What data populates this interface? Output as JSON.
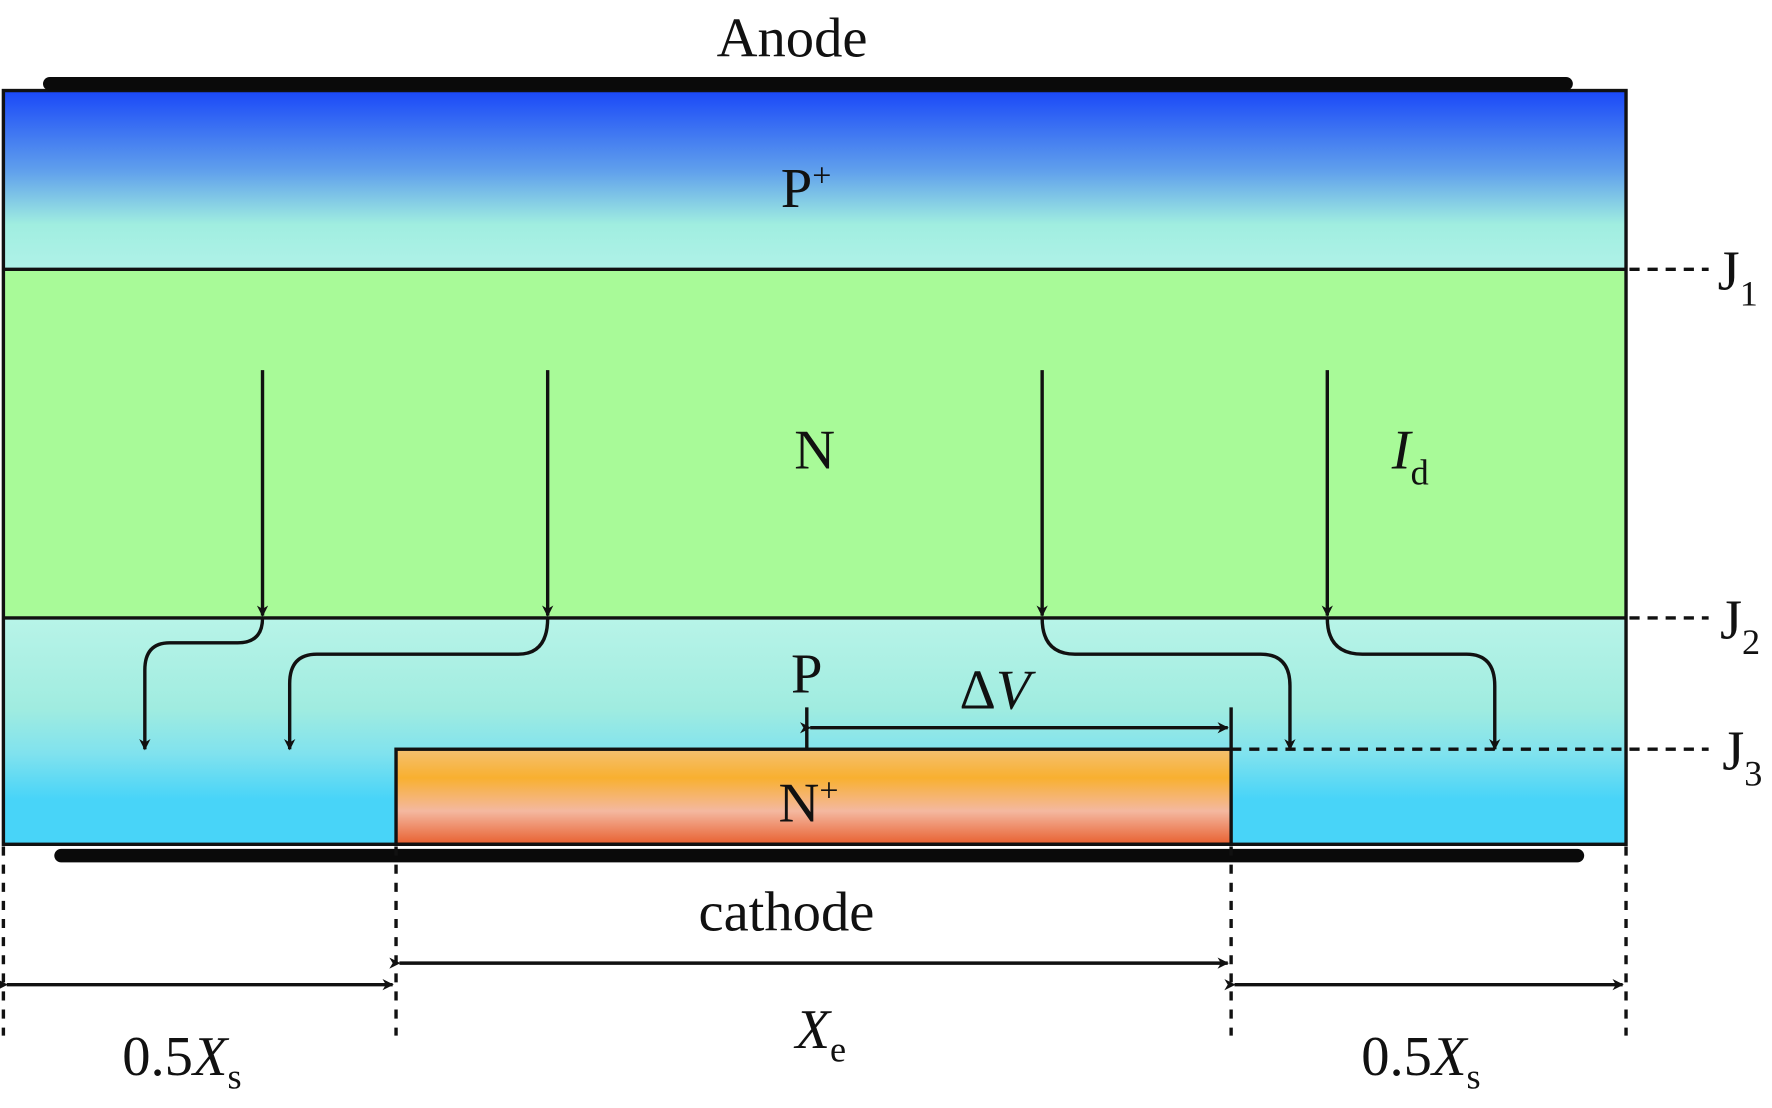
{
  "electrodes": {
    "anode": "Anode",
    "cathode": "cathode"
  },
  "regions": {
    "p_plus": {
      "main": "P",
      "sup": "+",
      "color_top": "#1a48f8",
      "color_bottom": "#b0f2e8"
    },
    "n": {
      "main": "N",
      "color": "#a8fa98"
    },
    "p": {
      "main": "P",
      "color_top": "#b8f4e8",
      "color_bottom": "#48d4f8"
    },
    "n_plus": {
      "main": "N",
      "sup": "+",
      "color_top": "#f8b030",
      "color_mid": "#f4b8a0",
      "color_bottom": "#e86030"
    }
  },
  "junctions": [
    {
      "main": "J",
      "sub": "1"
    },
    {
      "main": "J",
      "sub": "2"
    },
    {
      "main": "J",
      "sub": "3"
    }
  ],
  "current": {
    "main": "I",
    "sub": "d"
  },
  "delta_v": {
    "delta": "Δ",
    "main": "V"
  },
  "dimensions": {
    "left": {
      "prefix": "0.5",
      "main": "X",
      "sub": "s"
    },
    "center": {
      "main": "X",
      "sub": "e"
    },
    "right": {
      "prefix": "0.5",
      "main": "X",
      "sub": "s"
    }
  }
}
